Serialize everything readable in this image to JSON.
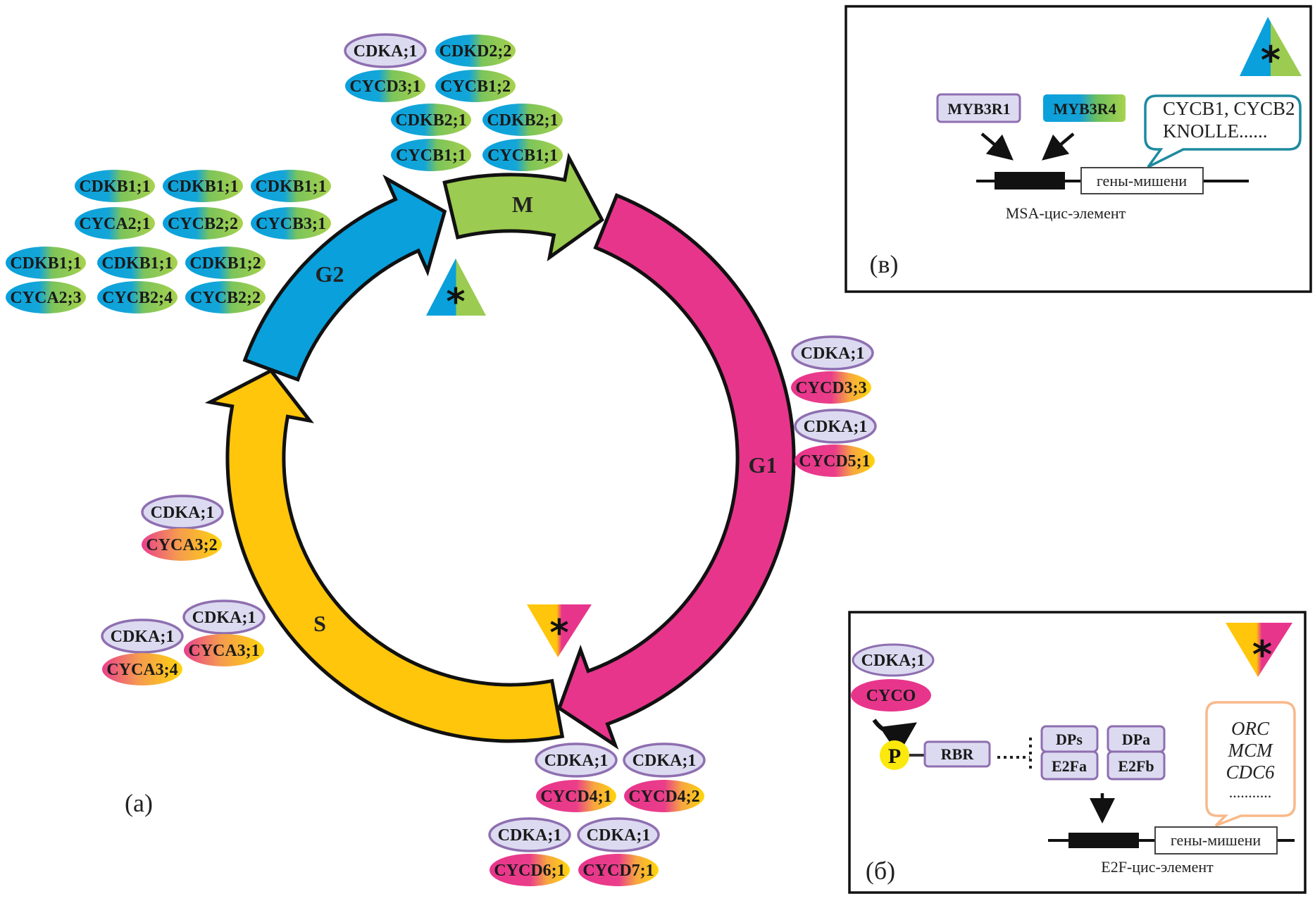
{
  "colors": {
    "g2": "#0aa0dc",
    "m": "#9bcb50",
    "g1": "#e8358c",
    "s": "#ffc60b",
    "cdk_fill": "#dcdaf0",
    "cdk_stroke": "#8e6fb0",
    "phospho": "#fbe80d",
    "bubble_teal": "#1e8aa0",
    "bubble_peach": "#f8b98a"
  },
  "main": {
    "panel_letter": "(a)",
    "phases": [
      {
        "id": "g2",
        "label": "G2"
      },
      {
        "id": "m",
        "label": "M"
      },
      {
        "id": "g1",
        "label": "G1"
      },
      {
        "id": "s",
        "label": "S"
      }
    ],
    "checkpoint_markers": [
      {
        "id": "g2m",
        "symbol": "*",
        "colors": [
          "g2",
          "m"
        ],
        "orientation": "up"
      },
      {
        "id": "g1s",
        "symbol": "*",
        "colors": [
          "s",
          "g1"
        ],
        "orientation": "down"
      }
    ],
    "complexes": [
      {
        "group": "M",
        "kinase": "CDKA;1",
        "kinase_style": "cdk",
        "cyclin": "CYCD3;1",
        "cyclin_style": "g2m"
      },
      {
        "group": "M",
        "kinase": "CDKD2;2",
        "kinase_style": "g2m",
        "cyclin": "CYCB1;2",
        "cyclin_style": "g2m"
      },
      {
        "group": "M",
        "kinase": "CDKB2;1",
        "kinase_style": "g2m",
        "cyclin": "CYCB1;1",
        "cyclin_style": "g2m"
      },
      {
        "group": "M",
        "kinase": "CDKB2;1",
        "kinase_style": "g2m",
        "cyclin": "CYCB1;1",
        "cyclin_style": "g2m"
      },
      {
        "group": "G2",
        "kinase": "CDKB1;1",
        "kinase_style": "g2m",
        "cyclin": "CYCA2;1",
        "cyclin_style": "g2m"
      },
      {
        "group": "G2",
        "kinase": "CDKB1;1",
        "kinase_style": "g2m",
        "cyclin": "CYCB2;2",
        "cyclin_style": "g2m"
      },
      {
        "group": "G2",
        "kinase": "CDKB1;1",
        "kinase_style": "g2m",
        "cyclin": "CYCB3;1",
        "cyclin_style": "g2m"
      },
      {
        "group": "G2",
        "kinase": "CDKB1;1",
        "kinase_style": "g2m",
        "cyclin": "CYCA2;3",
        "cyclin_style": "g2m"
      },
      {
        "group": "G2",
        "kinase": "CDKB1;1",
        "kinase_style": "g2m",
        "cyclin": "CYCB2;4",
        "cyclin_style": "g2m"
      },
      {
        "group": "G2",
        "kinase": "CDKB1;2",
        "kinase_style": "g2m",
        "cyclin": "CYCB2;2",
        "cyclin_style": "g2m"
      },
      {
        "group": "G1",
        "kinase": "CDKA;1",
        "kinase_style": "cdk",
        "cyclin": "CYCD3;3",
        "cyclin_style": "g1s"
      },
      {
        "group": "G1",
        "kinase": "CDKA;1",
        "kinase_style": "cdk",
        "cyclin": "CYCD5;1",
        "cyclin_style": "g1s"
      },
      {
        "group": "S",
        "kinase": "CDKA;1",
        "kinase_style": "cdk",
        "cyclin": "CYCA3;2",
        "cyclin_style": "s"
      },
      {
        "group": "S",
        "kinase": "CDKA;1",
        "kinase_style": "cdk",
        "cyclin": "CYCA3;1",
        "cyclin_style": "s"
      },
      {
        "group": "S",
        "kinase": "CDKA;1",
        "kinase_style": "cdk",
        "cyclin": "CYCA3;4",
        "cyclin_style": "s"
      },
      {
        "group": "G1S",
        "kinase": "CDKA;1",
        "kinase_style": "cdk",
        "cyclin": "CYCD4;1",
        "cyclin_style": "g1s"
      },
      {
        "group": "G1S",
        "kinase": "CDKA;1",
        "kinase_style": "cdk",
        "cyclin": "CYCD4;2",
        "cyclin_style": "g1s"
      },
      {
        "group": "G1S",
        "kinase": "CDKA;1",
        "kinase_style": "cdk",
        "cyclin": "CYCD6;1",
        "cyclin_style": "g1s"
      },
      {
        "group": "G1S",
        "kinase": "CDKA;1",
        "kinase_style": "cdk",
        "cyclin": "CYCD7;1",
        "cyclin_style": "g1s"
      }
    ]
  },
  "panel_v": {
    "panel_letter": "(в)",
    "marker_symbol": "*",
    "factor_1": "MYB3R1",
    "factor_2": "MYB3R4",
    "bubble_line_1": "CYCB1, CYCB2",
    "bubble_line_2": "KNOLLE......",
    "target_genes": "гены-мишени",
    "cis_element": "MSA-цис-элемент"
  },
  "panel_b": {
    "panel_letter": "(б)",
    "marker_symbol": "*",
    "kinase": "CDKA;1",
    "cyclin": "CYCO",
    "phospho": "P",
    "rbr": "RBR",
    "dp_1": "DPs",
    "e2f_1": "E2Fa",
    "dp_2": "DPa",
    "e2f_2": "E2Fb",
    "bubble_lines": [
      "ORC",
      "MCM",
      "CDC6",
      "..........."
    ],
    "target_genes": "гены-мишени",
    "cis_element": "E2F-цис-элемент"
  }
}
